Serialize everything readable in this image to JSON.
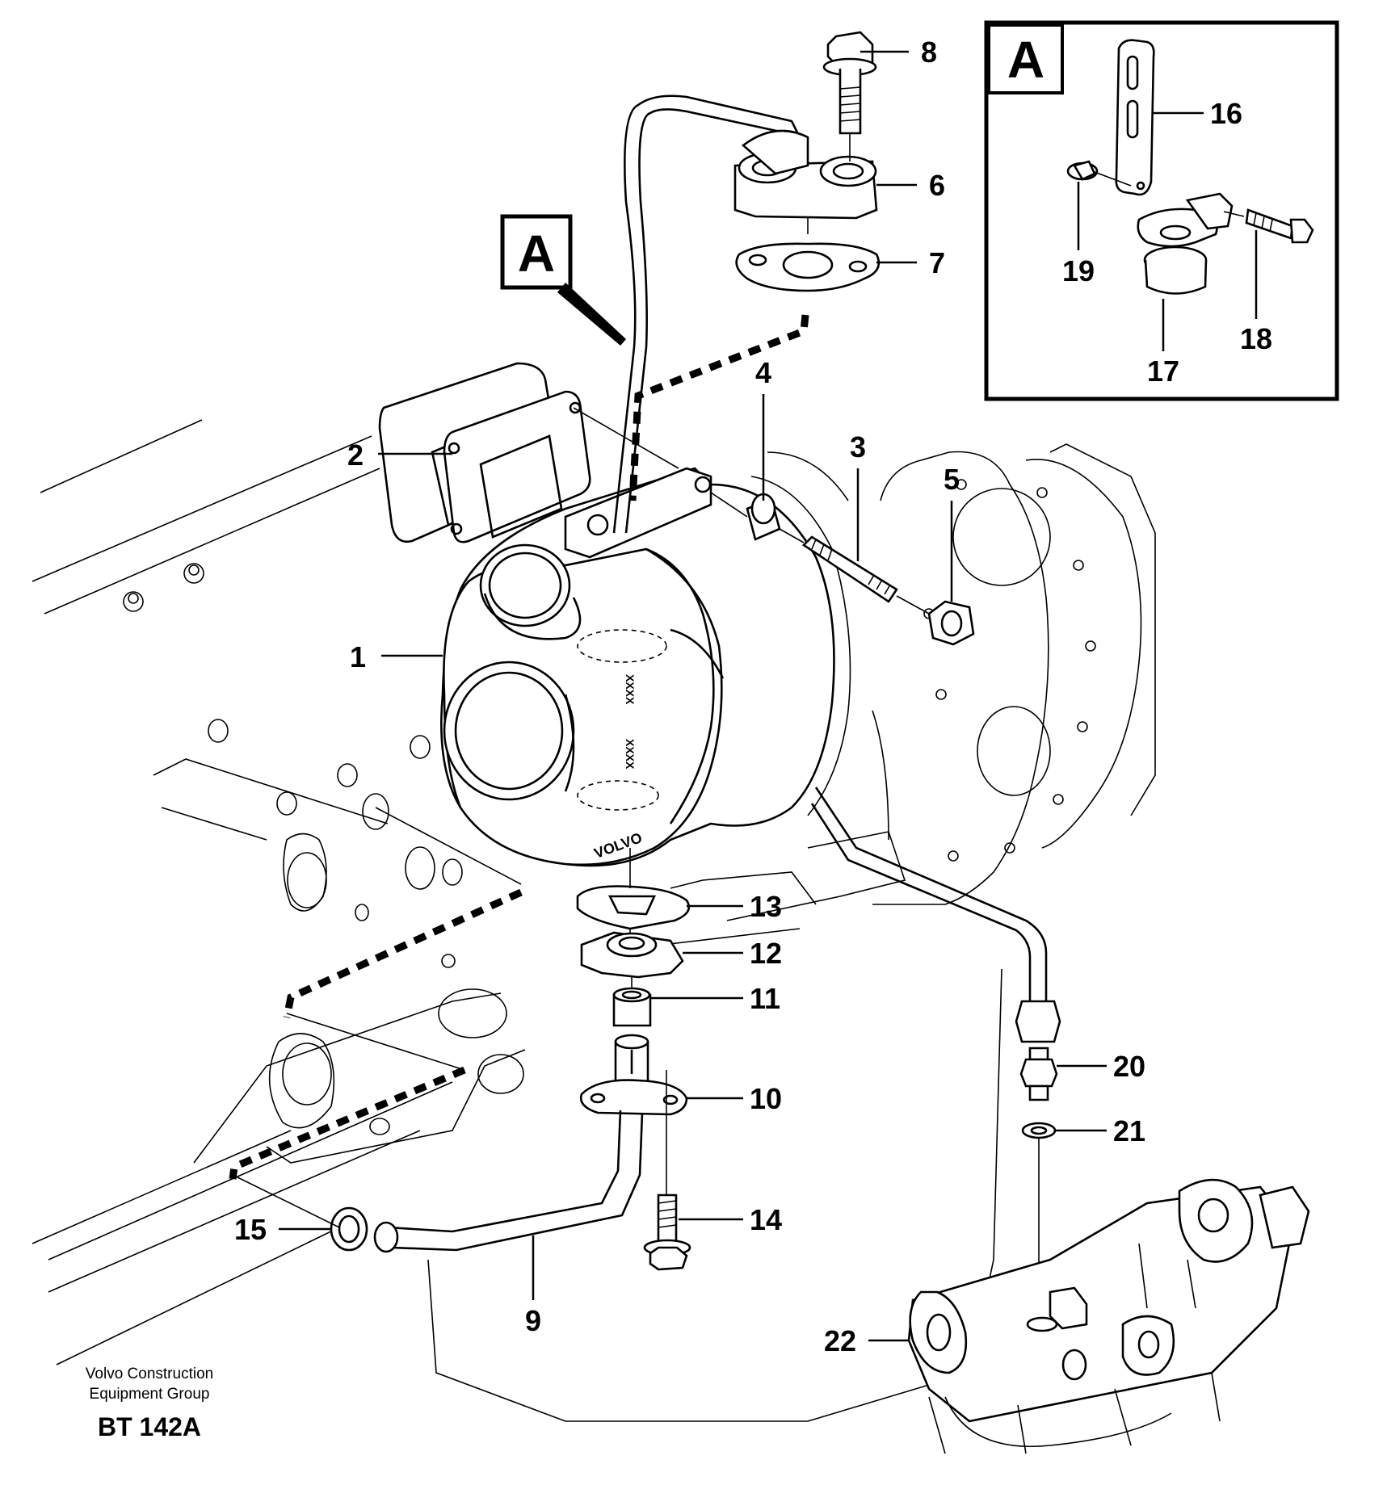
{
  "diagram": {
    "callouts": [
      "1",
      "2",
      "3",
      "4",
      "5",
      "6",
      "7",
      "8",
      "9",
      "10",
      "11",
      "12",
      "13",
      "14",
      "15",
      "16",
      "17",
      "18",
      "19",
      "20",
      "21",
      "22"
    ],
    "view_marker": "A",
    "detail_marker": "A",
    "housing_marking": "VOLVO",
    "caption_line1": "Volvo Construction",
    "caption_line2": "Equipment Group",
    "drawing_code": "BT 142A"
  }
}
